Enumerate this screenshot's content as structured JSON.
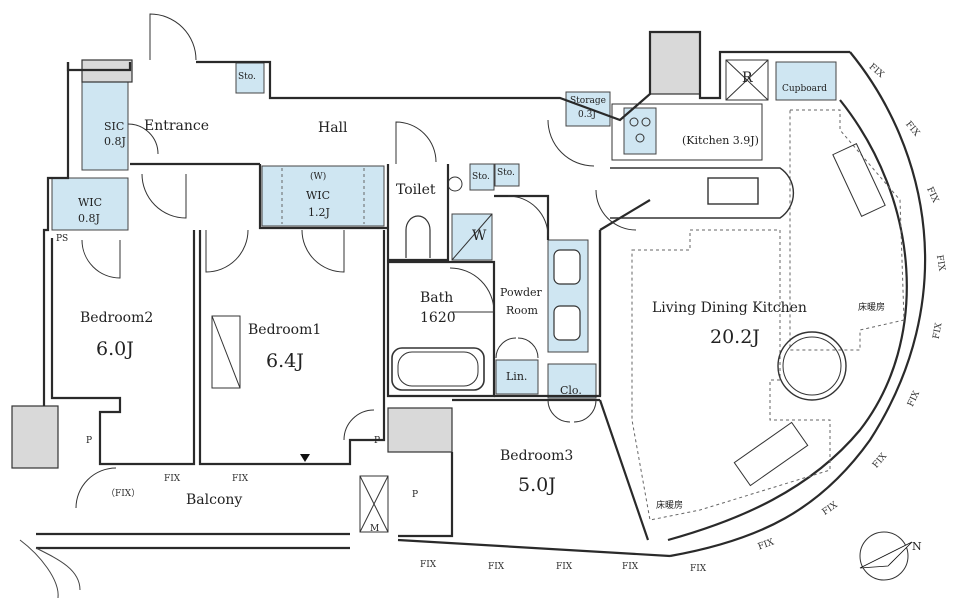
{
  "rooms": {
    "bedroom1": {
      "label": "Bedroom1",
      "size": "6.4J"
    },
    "bedroom2": {
      "label": "Bedroom2",
      "size": "6.0J"
    },
    "bedroom3": {
      "label": "Bedroom3",
      "size": "5.0J"
    },
    "ldk": {
      "label": "Living Dining Kitchen",
      "size": "20.2J"
    },
    "kitchen": "(Kitchen 3.9J)",
    "bath": {
      "label": "Bath",
      "size": "1620"
    },
    "powder": {
      "label1": "Powder",
      "label2": "Room"
    },
    "toilet": "Toilet",
    "hall": "Hall",
    "entrance": "Entrance",
    "balcony": "Balcony",
    "sic": {
      "label": "SIC",
      "size": "0.8J"
    },
    "wic_hall": {
      "label1": "(W)",
      "label2": "WIC",
      "size": "1.2J"
    },
    "wic_bed2": {
      "label": "WIC",
      "size": "0.8J"
    }
  },
  "fixtures": {
    "sto": "Sto.",
    "storage": {
      "label": "Storage",
      "size": "0.3J"
    },
    "cupboard": "Cupboard",
    "r": "R",
    "w": "W",
    "lin": "Lin.",
    "clo": "Clo.",
    "ps": "PS",
    "p": "P",
    "m": "M",
    "floor_heating": "床暖房",
    "fix": "FIX",
    "fix_paren": "（FIX）"
  },
  "compass": {
    "label": "N"
  },
  "colors": {
    "storage_fill": "#cfe6f2",
    "wall": "#2a2a2a",
    "pillar": "#d9d9d9"
  }
}
